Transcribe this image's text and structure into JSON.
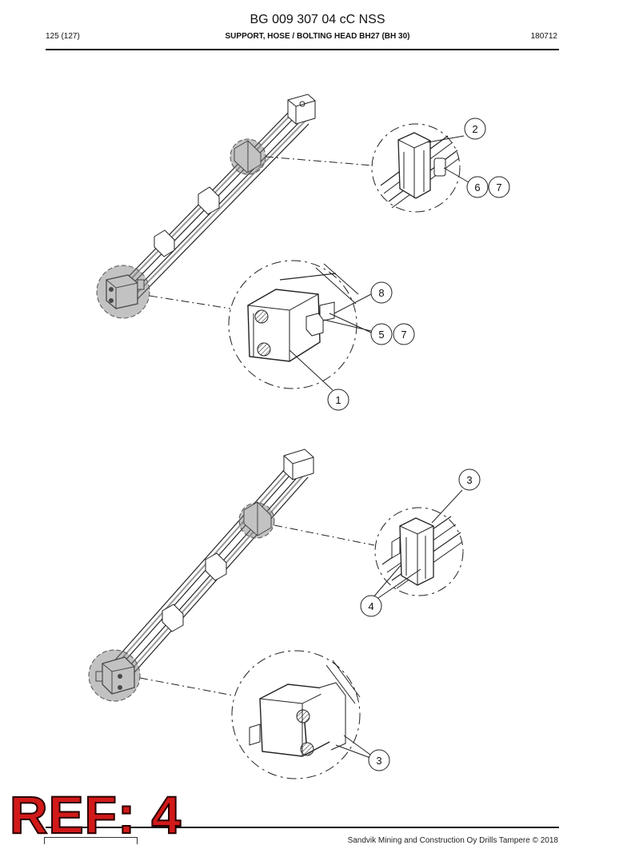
{
  "document": {
    "code": "BG 009 307 04 cC NSS",
    "page_number": "125 (127)",
    "title": "SUPPORT, HOSE / BOLTING HEAD BH27 (BH 30)",
    "date_code": "180712"
  },
  "callouts": {
    "top": [
      "2",
      "6",
      "7",
      "8",
      "5",
      "7",
      "1"
    ],
    "bottom": [
      "3",
      "4",
      "3"
    ]
  },
  "stamp": {
    "text": "REF: 4",
    "color": "#d21919"
  },
  "footer": {
    "copyright": "Sandvik Mining and Construction Oy Drills Tampere © 2018"
  }
}
